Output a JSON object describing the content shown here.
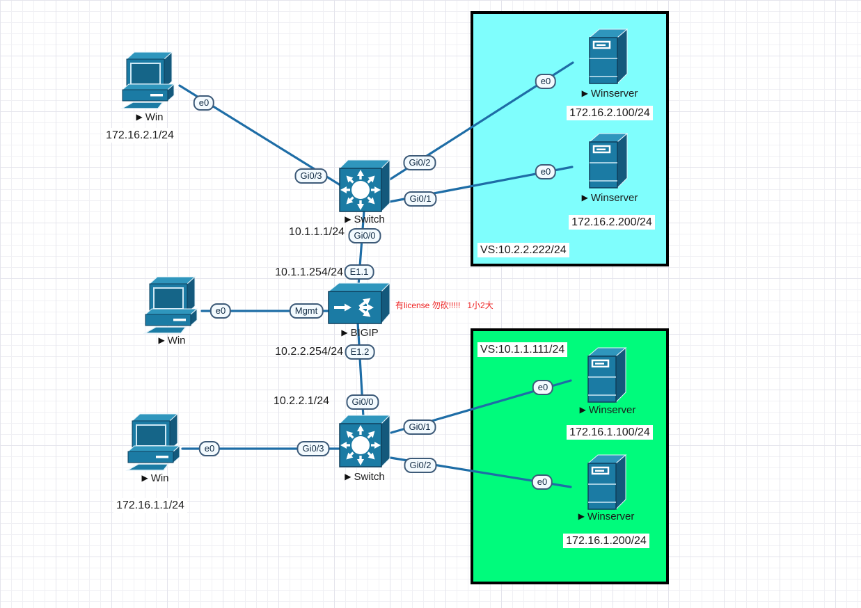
{
  "glyphs": {
    "play": "▶"
  },
  "zones": {
    "top": {
      "vs": "VS:10.2.2.222/24",
      "color": "#7ffefd"
    },
    "bottom": {
      "vs": "VS:10.1.1.111/24",
      "color": "#00fb7c"
    }
  },
  "colors": {
    "link": "#1e6da6",
    "device": "#1b7ba4",
    "note": "#ee2222",
    "zone_border": "#000000"
  },
  "nodes": {
    "win_top": {
      "label": "Win",
      "ip": "172.16.2.1/24"
    },
    "win_mid": {
      "label": "Win"
    },
    "win_bottom": {
      "label": "Win",
      "ip": "172.16.1.1/24"
    },
    "switch_top": {
      "label": "Switch"
    },
    "switch_bottom": {
      "label": "Switch"
    },
    "bigip": {
      "label": "BIGIP"
    },
    "server_2_100": {
      "label": "Winserver",
      "ip": "172.16.2.100/24"
    },
    "server_2_200": {
      "label": "Winserver",
      "ip": "172.16.2.200/24"
    },
    "server_1_100": {
      "label": "Winserver",
      "ip": "172.16.1.100/24"
    },
    "server_1_200": {
      "label": "Winserver",
      "ip": "172.16.1.200/24"
    }
  },
  "interfaces": {
    "l1_e0": "e0",
    "l1_gi03": "Gi0/3",
    "l2_gi02": "Gi0/2",
    "l2_e0": "e0",
    "l3_gi01": "Gi0/1",
    "l3_e0": "e0",
    "l4_gi00": "Gi0/0",
    "l4_e11": "E1.1",
    "l5_e0": "e0",
    "l5_mgmt": "Mgmt",
    "l6_e12": "E1.2",
    "l6_gi00": "Gi0/0",
    "l7_e0": "e0",
    "l7_gi03": "Gi0/3",
    "l8_gi01": "Gi0/1",
    "l8_e0": "e0",
    "l9_gi02": "Gi0/2",
    "l9_e0": "e0"
  },
  "annotations": {
    "switch_top_ip": "10.1.1.1/24",
    "bigip_e11_ip": "10.1.1.254/24",
    "bigip_e12_ip": "10.2.2.254/24",
    "switch_bottom_ip": "10.2.2.1/24",
    "license_note": "有license 勿砍!!!!!   1小2大"
  }
}
